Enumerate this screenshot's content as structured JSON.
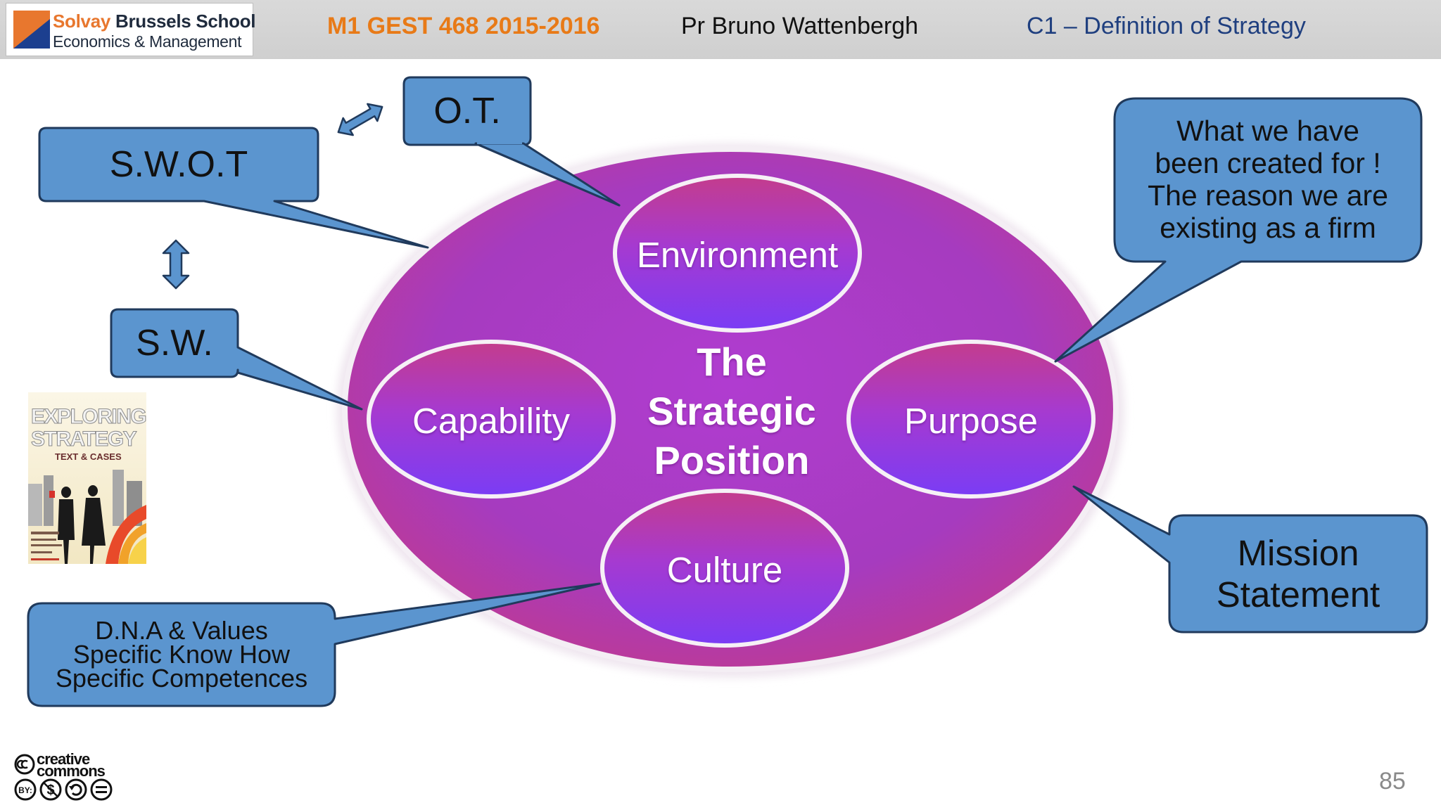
{
  "header": {
    "logo": {
      "line1_accent": "Solvay",
      "line1_rest": "Brussels School",
      "line2": "Economics & Management"
    },
    "course": "M1 GEST 468  2015-2016",
    "professor": "Pr Bruno Wattenbergh",
    "chapter": "C1 – Definition of Strategy"
  },
  "diagram": {
    "center": [
      "The",
      "Strategic",
      "Position"
    ],
    "elements": {
      "environment": "Environment",
      "capability": "Capability",
      "purpose": "Purpose",
      "culture": "Culture"
    },
    "callouts": {
      "swot": "S.W.O.T",
      "ot": "O.T.",
      "sw": "S.W.",
      "purpose_note": [
        "What we have",
        "been created for !",
        "The reason we are",
        "existing as a firm"
      ],
      "mission": [
        "Mission",
        "Statement"
      ],
      "dna": [
        "D.N.A & Values",
        "Specific Know How",
        "Specific Competences"
      ]
    },
    "colors": {
      "callout_fill": "#5b95cf",
      "callout_stroke": "#203a5c",
      "ellipse_purple": "#a034c4",
      "element_purple": "#8b3cf0"
    }
  },
  "book": {
    "title": [
      "EXPLORING",
      "STRATEGY"
    ],
    "subtitle": "TEXT & CASES"
  },
  "footer": {
    "cc_logo": [
      "creative",
      "commons"
    ],
    "cc_icons": [
      "cc-icon",
      "by-icon",
      "nc-icon",
      "sa-icon",
      "nd-icon"
    ],
    "page_number": "85"
  }
}
